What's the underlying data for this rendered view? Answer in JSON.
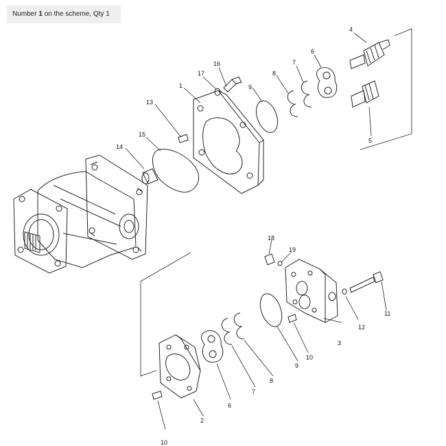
{
  "header": {
    "prefix": "Number ",
    "number": "1",
    "suffix": " on the scheme, Qty 1"
  },
  "labels": [
    "1",
    "2",
    "3",
    "4",
    "5",
    "6",
    "6",
    "7",
    "7",
    "8",
    "8",
    "9",
    "9",
    "10",
    "10",
    "11",
    "12",
    "13",
    "14",
    "15",
    "16",
    "17",
    "18",
    "19"
  ],
  "icons": [
    "hydraulic-motor",
    "gear-pump-assembly"
  ]
}
